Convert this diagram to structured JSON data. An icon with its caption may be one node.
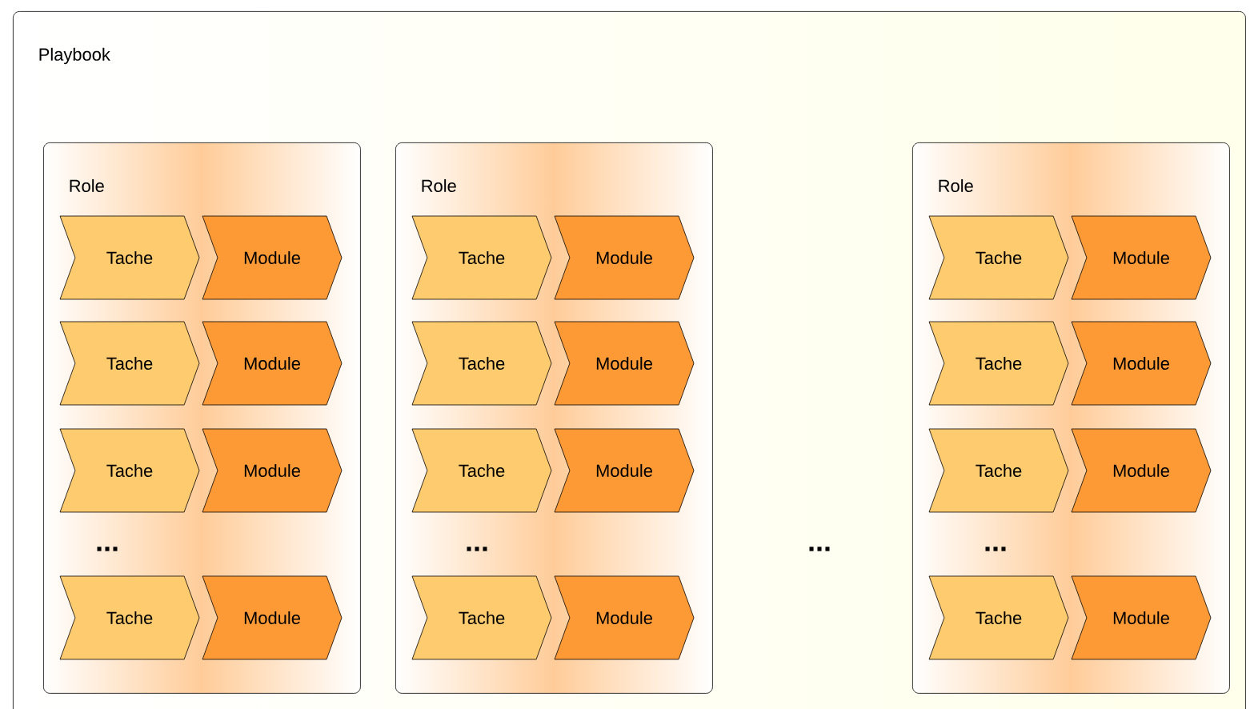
{
  "diagram": {
    "nodes": [
      {
        "text": [
          "Playbook"
        ]
      },
      {
        "text": [
          "Role"
        ],
        "in": 0
      },
      {
        "text": [
          "Tache"
        ],
        "in": 1
      },
      {
        "text": [
          "Module"
        ],
        "in": 1
      },
      {
        "text": [
          "Tache"
        ],
        "in": 1
      },
      {
        "text": [
          "Module"
        ],
        "in": 1
      },
      {
        "text": [
          "Tache"
        ],
        "in": 1
      },
      {
        "text": [
          "Module"
        ],
        "in": 1
      },
      {
        "text": [
          "Tache"
        ],
        "in": 1
      },
      {
        "text": [
          "Module"
        ],
        "in": 1
      },
      {
        "text": [
          "Role"
        ],
        "in": 0
      },
      {
        "text": [
          "Tache"
        ],
        "in": 10
      },
      {
        "text": [
          "Module"
        ],
        "in": 10
      },
      {
        "text": [
          "Tache"
        ],
        "in": 10
      },
      {
        "text": [
          "Module"
        ],
        "in": 10
      },
      {
        "text": [
          "Tache"
        ],
        "in": 10
      },
      {
        "text": [
          "Module"
        ],
        "in": 10
      },
      {
        "text": [
          "Tache"
        ],
        "in": 10
      },
      {
        "text": [
          "Module"
        ],
        "in": 10
      },
      {
        "text": [
          "Role"
        ],
        "in": 0
      },
      {
        "text": [
          "Tache"
        ],
        "in": 19
      },
      {
        "text": [
          "Module"
        ],
        "in": 19
      },
      {
        "text": [
          "Tache"
        ],
        "in": 19
      },
      {
        "text": [
          "Module"
        ],
        "in": 19
      },
      {
        "text": [
          "Tache"
        ],
        "in": 19
      },
      {
        "text": [
          "Module"
        ],
        "in": 19
      },
      {
        "text": [
          "Tache"
        ],
        "in": 19
      },
      {
        "text": [
          "Module"
        ],
        "in": 19
      }
    ],
    "labels": [
      "...",
      "...",
      "...",
      "..."
    ]
  }
}
